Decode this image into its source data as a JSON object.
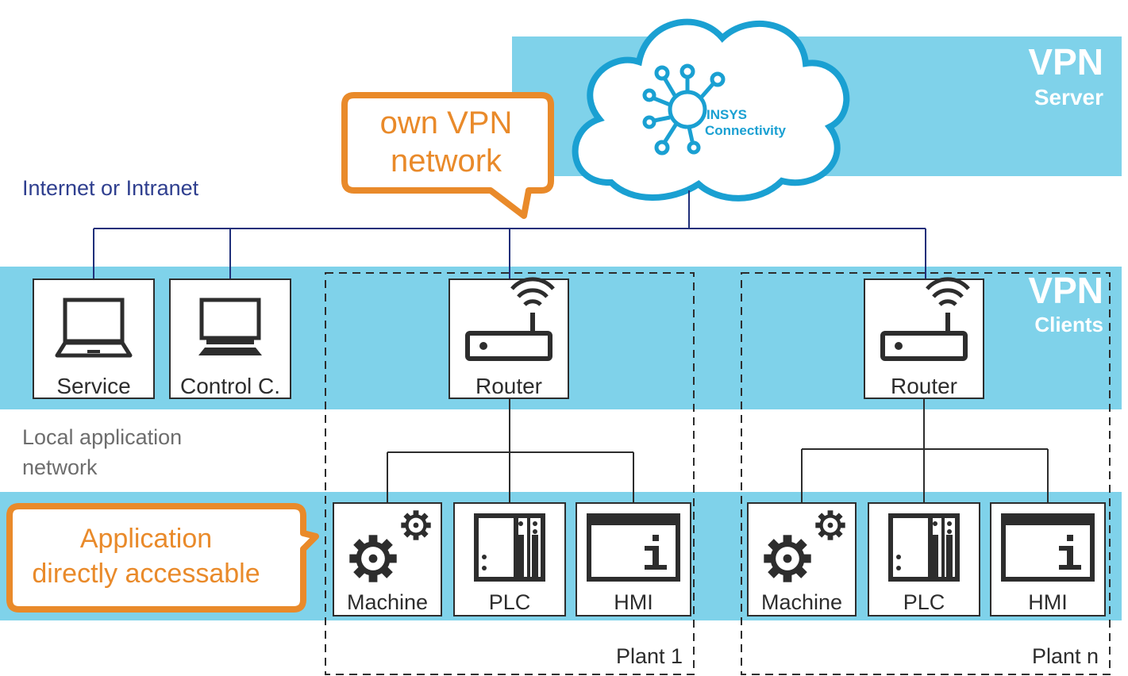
{
  "colors": {
    "band": "#7fd2ea",
    "orange": "#e98a2a",
    "navy": "#2f3f8f",
    "line": "#1f2f7a",
    "grey": "#6d6d6d",
    "dark": "#2d2d2d",
    "cloud_text": "#1aa0d2"
  },
  "vpn_server": {
    "title": "VPN",
    "subtitle": "Server"
  },
  "vpn_clients": {
    "title": "VPN",
    "subtitle": "Clients"
  },
  "cloud": {
    "brand_line1": "INSYS",
    "brand_line2": "Connectivity"
  },
  "callouts": {
    "own_vpn": {
      "line1": "own VPN",
      "line2": "network"
    },
    "application": {
      "line1": "Application",
      "line2": "directly accessable"
    }
  },
  "labels": {
    "internet": "Internet or Intranet",
    "local_line1": "Local application",
    "local_line2": "network"
  },
  "devices": {
    "service": "Service",
    "control": "Control C.",
    "router1": "Router",
    "router2": "Router",
    "machine1": "Machine",
    "plc1": "PLC",
    "hmi1": "HMI",
    "machine2": "Machine",
    "plc2": "PLC",
    "hmi2": "HMI"
  },
  "plants": {
    "plant1": "Plant 1",
    "plantn": "Plant n"
  }
}
